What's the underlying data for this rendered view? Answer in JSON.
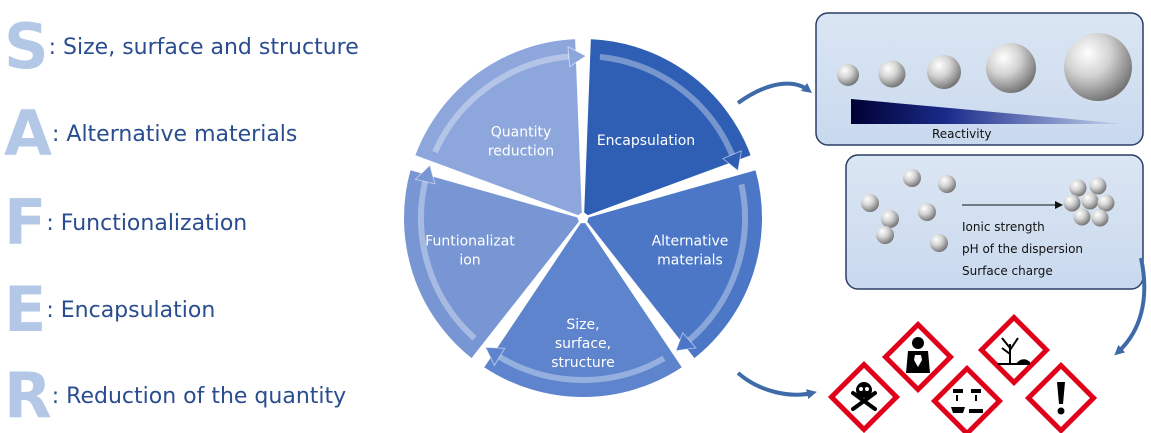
{
  "acronym": [
    {
      "letter": "S",
      "text": ": Size, surface and structure"
    },
    {
      "letter": "A",
      "text": ": Alternative materials"
    },
    {
      "letter": "F",
      "text": ": Functionalization"
    },
    {
      "letter": "E",
      "text": ": Encapsulation"
    },
    {
      "letter": "R",
      "text": ": Reduction of the quantity"
    }
  ],
  "cycle": {
    "segments": [
      {
        "lines": [
          "Encapsulation"
        ],
        "color": "#2f5fb4"
      },
      {
        "lines": [
          "Alternative",
          "materials"
        ],
        "color": "#4b77c6"
      },
      {
        "lines": [
          "Size,",
          "surface,",
          "structure"
        ],
        "color": "#5d84cc"
      },
      {
        "lines": [
          "Funtionalizat",
          "ion"
        ],
        "color": "#7896d3"
      },
      {
        "lines": [
          "Quantity",
          "reduction"
        ],
        "color": "#8da7dc"
      }
    ]
  },
  "panels": {
    "reactivity_label": "Reactivity",
    "aggregation_lines": [
      "Ionic strength",
      "pH of the dispersion",
      "Surface charge"
    ]
  },
  "icons": [
    "skull-and-crossbones-icon",
    "health-hazard-icon",
    "corrosion-icon",
    "environment-hazard-icon",
    "exclamation-mark-icon"
  ]
}
